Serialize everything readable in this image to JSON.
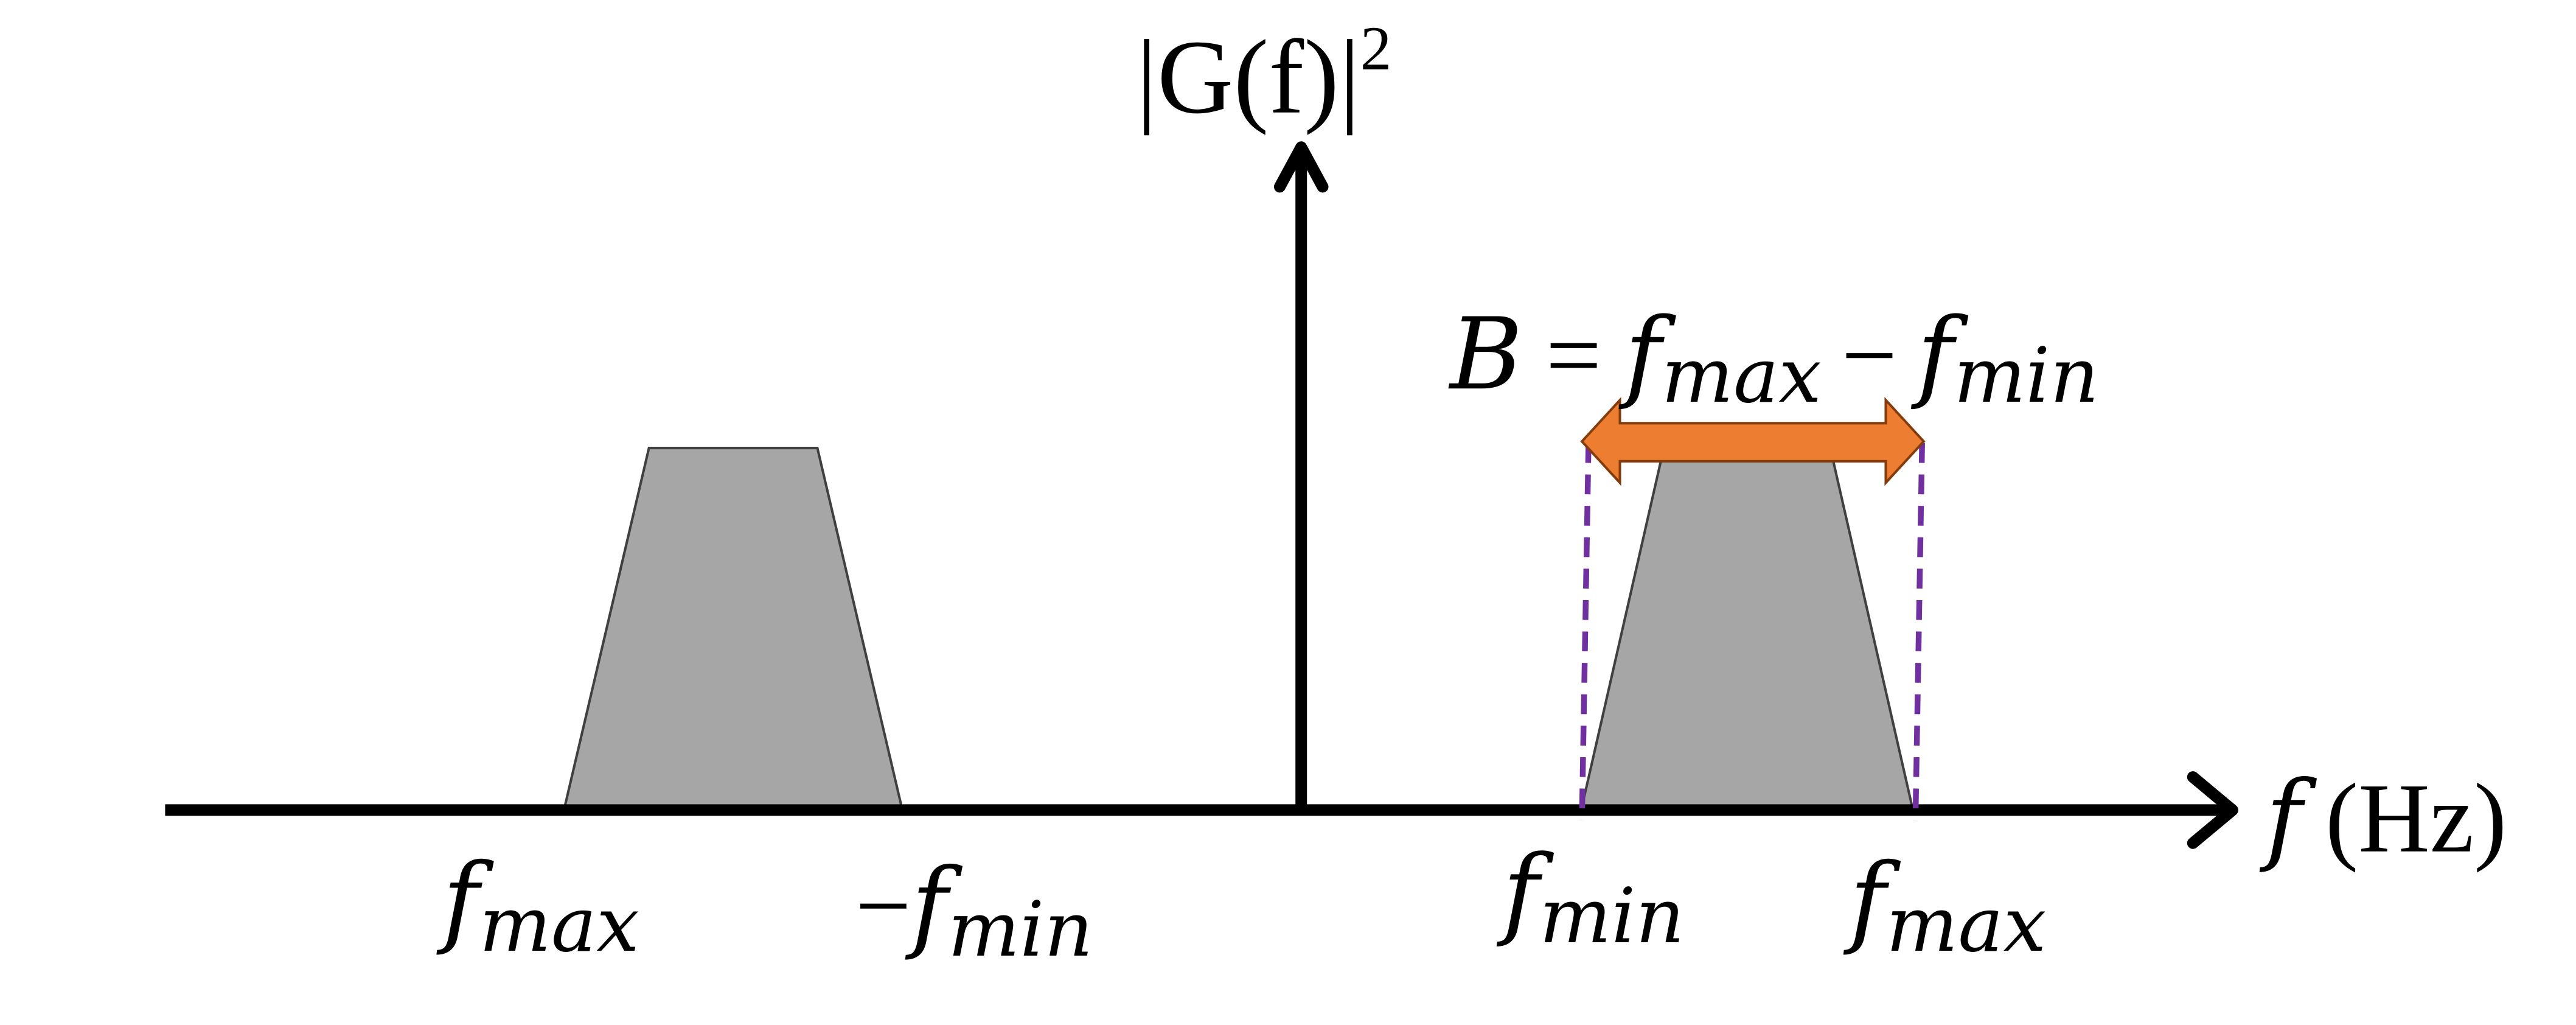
{
  "y_axis_label": {
    "main": "|G(f)|",
    "sup": "2"
  },
  "x_axis_label": {
    "var": "f",
    "unit": "(Hz)"
  },
  "bandwidth_label": {
    "lhs": "B",
    "eq": "=",
    "f1": "f",
    "s1": "max",
    "minus": "−",
    "f2": "f",
    "s2": "min"
  },
  "tick_labels": [
    {
      "sign": "",
      "f": "f",
      "sub": "max"
    },
    {
      "sign": "−",
      "f": "f",
      "sub": "min"
    },
    {
      "sign": "",
      "f": "f",
      "sub": "min"
    },
    {
      "sign": "",
      "f": "f",
      "sub": "max"
    }
  ],
  "colors": {
    "axis": "#000000",
    "band_fill": "#a6a6a6",
    "band_stroke": "#404040",
    "arrow_fill": "#ed7d31",
    "arrow_stroke": "#843c0c",
    "dashed_marker": "#7030a0"
  }
}
